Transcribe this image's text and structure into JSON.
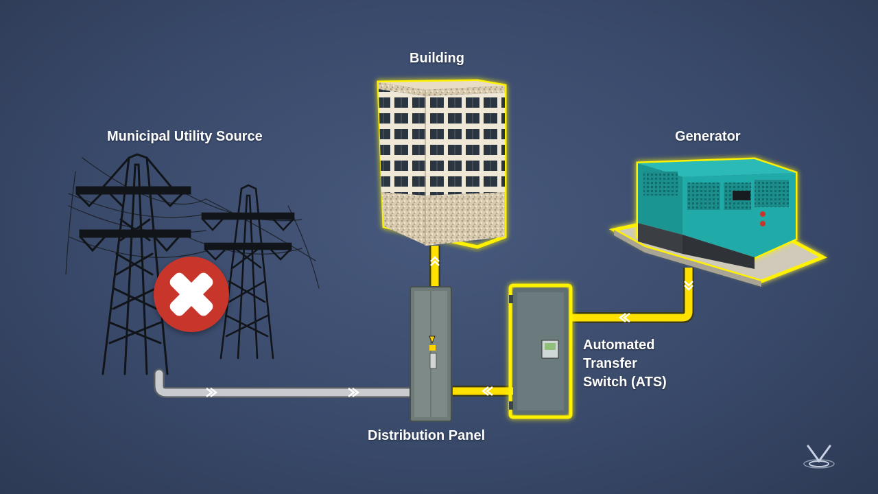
{
  "labels": {
    "building": "Building",
    "municipal": "Municipal Utility Source",
    "generator": "Generator",
    "ats_line1": "Automated",
    "ats_line2": "Transfer",
    "ats_line3": "Switch (ATS)",
    "panel": "Distribution Panel"
  },
  "status": {
    "utility_icon": "x-failure-icon",
    "utility_available": false
  },
  "colors": {
    "active_wire": "#ffe100",
    "inactive_wire": "#c9cbcf",
    "highlight_glow": "#fff200",
    "failure_badge": "#c8352b",
    "generator_body": "#1fa9a6",
    "panel_body": "#6e7b78",
    "ats_body": "#5f6e70"
  },
  "icons": {
    "towers": "power-tower-icon",
    "building": "building-icon",
    "generator": "generator-icon",
    "panel": "distribution-panel-icon",
    "ats": "transfer-switch-icon",
    "logo": "brand-logo-icon"
  }
}
